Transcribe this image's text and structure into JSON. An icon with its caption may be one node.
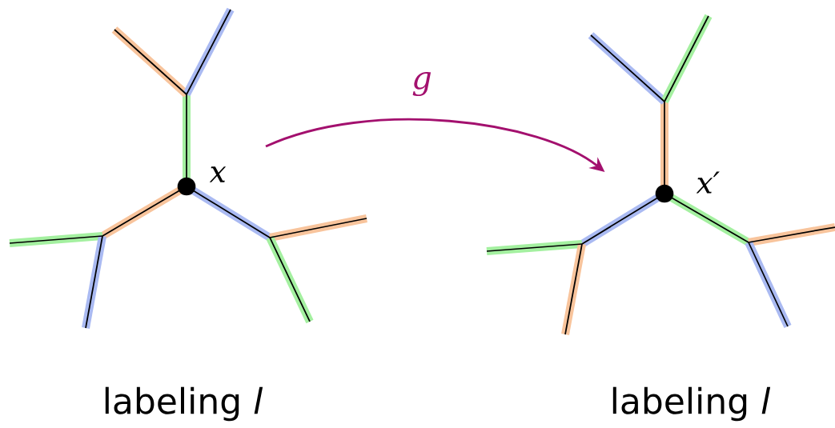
{
  "diagram": {
    "nodes": [
      {
        "text": [
          "labeling *l*"
        ]
      },
      {
        "text": [
          "labeling *l*"
        ]
      }
    ],
    "edges": [
      {
        "from": 0,
        "to": 1,
        "arrow": "to",
        "label": "g",
        "color": "#a3106e"
      }
    ],
    "labels": [
      "x",
      "x′"
    ]
  }
}
